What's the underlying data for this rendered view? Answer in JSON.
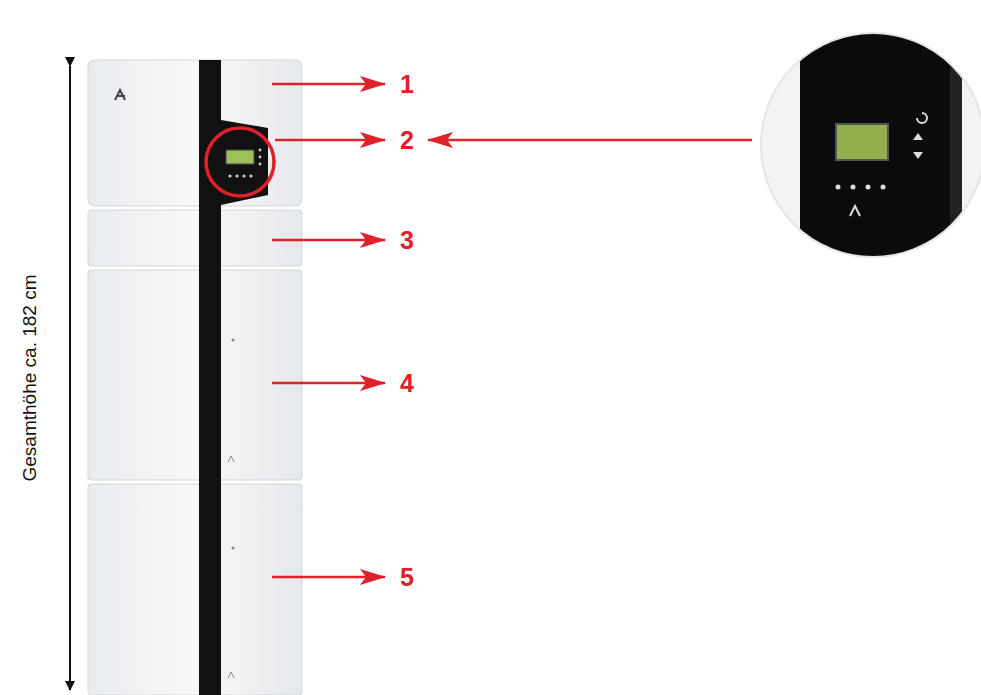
{
  "diagram": {
    "labels": [
      "Gesamthöhe ca. 182 cm",
      "1",
      "2",
      "3",
      "4",
      "5"
    ]
  }
}
